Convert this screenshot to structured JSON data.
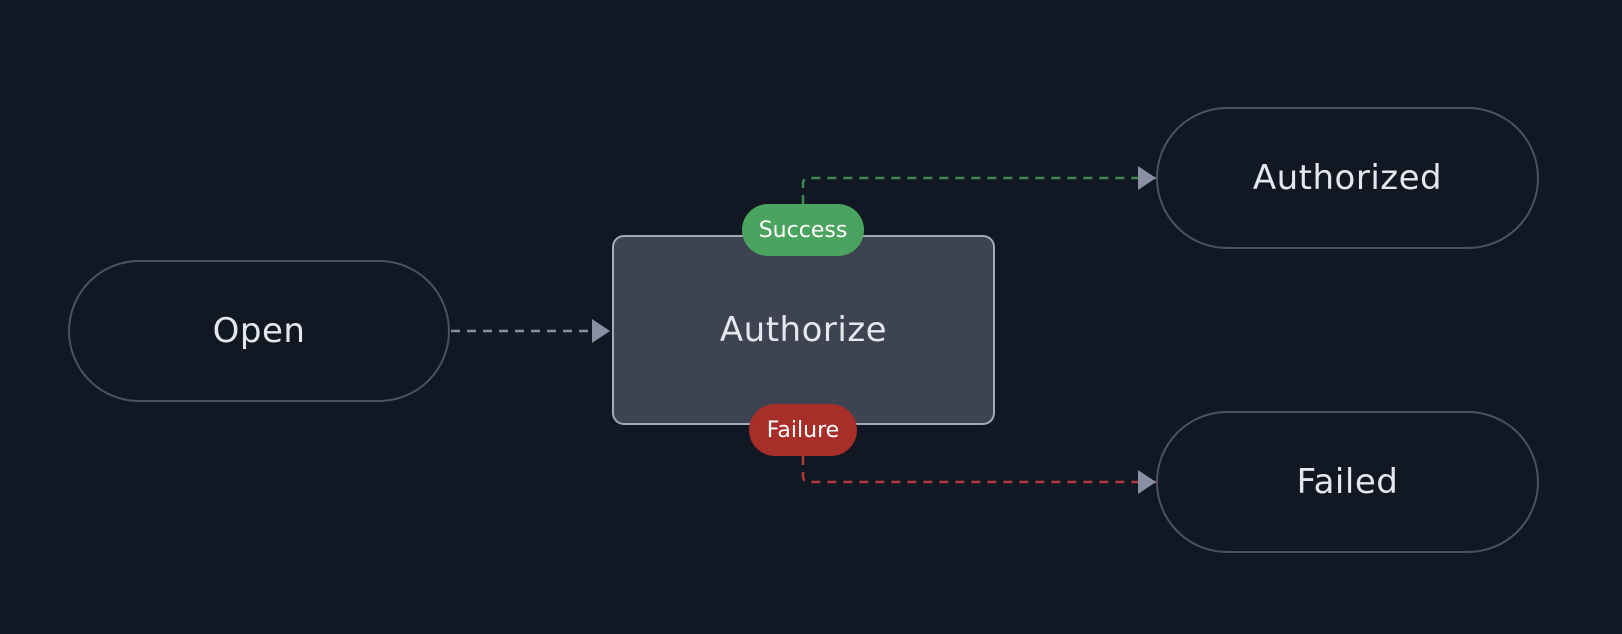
{
  "nodes": {
    "open": "Open",
    "authorize": "Authorize",
    "authorized": "Authorized",
    "failed": "Failed"
  },
  "transitions": {
    "success": "Success",
    "failure": "Failure"
  },
  "colors": {
    "background": "#111723",
    "success": "#4aa35e",
    "failure": "#a82e29",
    "neutral_edge": "#8a8fa3",
    "success_edge": "#3d8a4e",
    "failure_edge": "#b03a36"
  }
}
